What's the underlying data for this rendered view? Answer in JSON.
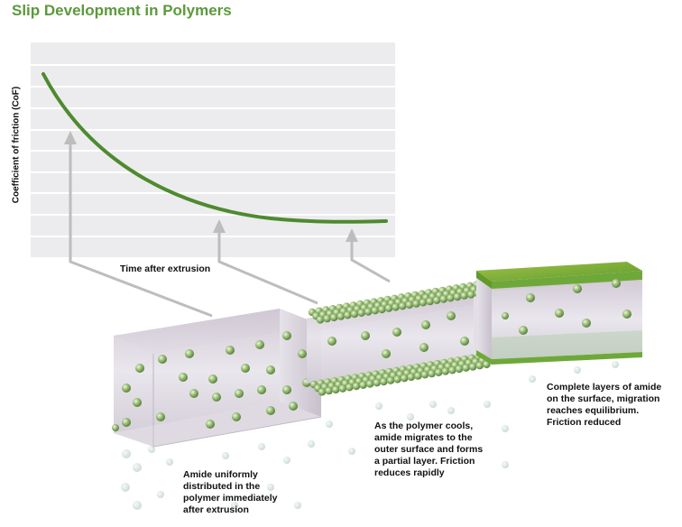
{
  "title": "Slip Development in Polymers",
  "chart": {
    "ylabel": "Coefficient of friction (CoF)",
    "xlabel": "Time after extrusion"
  },
  "stages": [
    {
      "caption": "Amide uniformly\ndistributed in the\npolymer immediately\nafter extrusion"
    },
    {
      "caption": "As the polymer cools,\namide migrates to the\nouter surface and forms\na partial layer. Friction\nreduces rapidly"
    },
    {
      "caption": "Complete layers of amide\non the surface, migration\nreaches equilibrium.\nFriction reduced"
    }
  ],
  "colors": {
    "title": "#5a9a3a",
    "curve": "#4e8a2f",
    "chart_bg": "#ececee",
    "block": "#d9d3dc",
    "bead": "#8fb46a",
    "pointer": "#bdbdbd"
  }
}
